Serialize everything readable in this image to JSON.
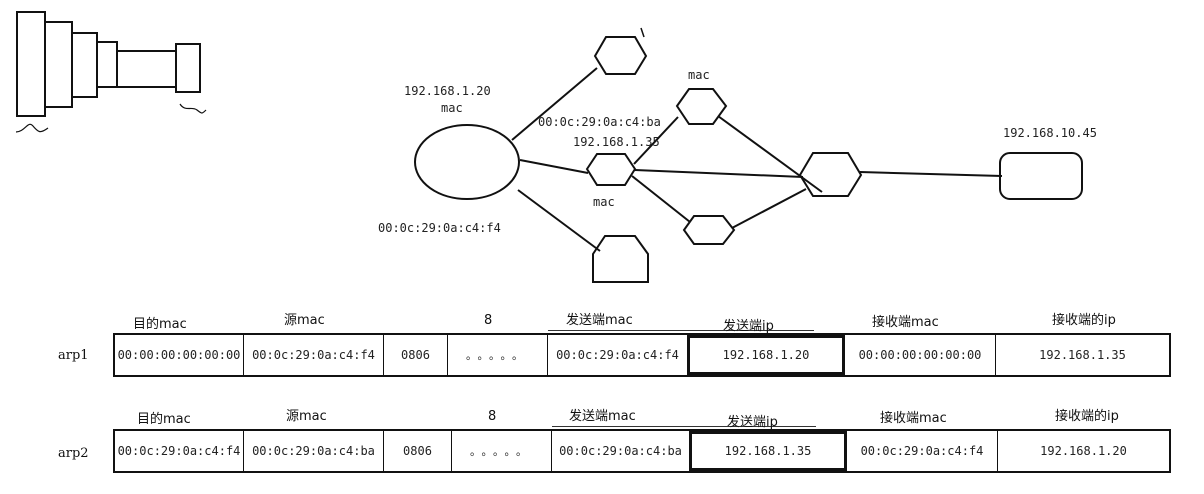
{
  "network": {
    "host_left_ip": "192.168.1.20",
    "host_left_mac_label": "mac",
    "host_left_mac": "00:0c:29:0a:c4:f4",
    "node_mid_ip": "192.168.1.35",
    "node_mid_mac_label": "mac",
    "node_mid_mac": "00:0c:29:0a:c4:ba",
    "node_top_mac_label": "mac",
    "remote_ip": "192.168.10.45"
  },
  "headers": {
    "dst_mac": "目的mac",
    "src_mac": "源mac",
    "eight": "8",
    "sender_mac": "发送端mac",
    "sender_ip": "发送端ip",
    "receiver_mac": "接收端mac",
    "receiver_ip": "接收端的ip"
  },
  "rows": [
    {
      "label": "arp1",
      "dst_mac": "00:00:00:00:00:00",
      "src_mac": "00:0c:29:0a:c4:f4",
      "type": "0806",
      "dots": "。。。。。",
      "sender_mac": "00:0c:29:0a:c4:f4",
      "sender_ip": "192.168.1.20",
      "receiver_mac": "00:00:00:00:00:00",
      "receiver_ip": "192.168.1.35"
    },
    {
      "label": "arp2",
      "dst_mac": "00:0c:29:0a:c4:f4",
      "src_mac": "00:0c:29:0a:c4:ba",
      "type": "0806",
      "dots": "。。。。。",
      "sender_mac": "00:0c:29:0a:c4:ba",
      "sender_ip": "192.168.1.35",
      "receiver_mac": "00:0c:29:0a:c4:f4",
      "receiver_ip": "192.168.1.20"
    }
  ]
}
